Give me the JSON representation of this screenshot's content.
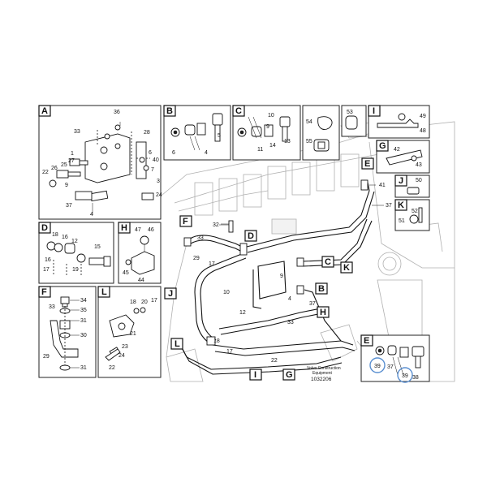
{
  "panels": {
    "A": {
      "letter": "A",
      "numbers": [
        "36",
        "33",
        "28",
        "1",
        "6",
        "40",
        "7",
        "3",
        "22",
        "26",
        "27",
        "25",
        "37",
        "24",
        "9",
        "4"
      ]
    },
    "B": {
      "letter": "B",
      "numbers": [
        "6",
        "5",
        "4"
      ]
    },
    "C": {
      "letter": "C",
      "numbers": [
        "10",
        "9",
        "13",
        "11",
        "14"
      ]
    },
    "D": {
      "letter": "D",
      "numbers": [
        "18",
        "16",
        "12",
        "15",
        "16",
        "19",
        "17"
      ]
    },
    "H": {
      "letter": "H",
      "numbers": [
        "47",
        "46",
        "45",
        "44"
      ]
    },
    "F": {
      "letter": "F",
      "numbers": [
        "34",
        "35",
        "33",
        "31",
        "30",
        "29",
        "31"
      ]
    },
    "L": {
      "letter": "L",
      "numbers": [
        "18",
        "20",
        "17",
        "21",
        "23",
        "24",
        "22"
      ]
    },
    "E": {
      "letter": "E",
      "numbers": [
        "39",
        "37",
        "38",
        "39"
      ]
    },
    "I": {
      "letter": "I",
      "numbers": [
        "49",
        "48"
      ]
    },
    "G": {
      "letter": "G",
      "numbers": [
        "42",
        "43"
      ]
    },
    "J": {
      "letter": "J",
      "numbers": [
        "50"
      ]
    },
    "K": {
      "letter": "K",
      "numbers": [
        "52",
        "51"
      ]
    },
    "p53": {
      "numbers": [
        "53"
      ]
    },
    "p54": {
      "numbers": [
        "54",
        "55"
      ]
    }
  },
  "main_tags": [
    "F",
    "D",
    "C",
    "J",
    "B",
    "K",
    "H",
    "L",
    "I",
    "G",
    "E"
  ],
  "main_numbers": [
    "32",
    "33",
    "29",
    "17",
    "10",
    "9",
    "4",
    "37",
    "12",
    "18",
    "33",
    "22",
    "17",
    "41",
    "37"
  ],
  "footnote": {
    "line1": "Volvo Construction",
    "line2": "Equipment",
    "code": "1032206"
  },
  "colors": {
    "highlight_circle": "#5a8fd0"
  }
}
